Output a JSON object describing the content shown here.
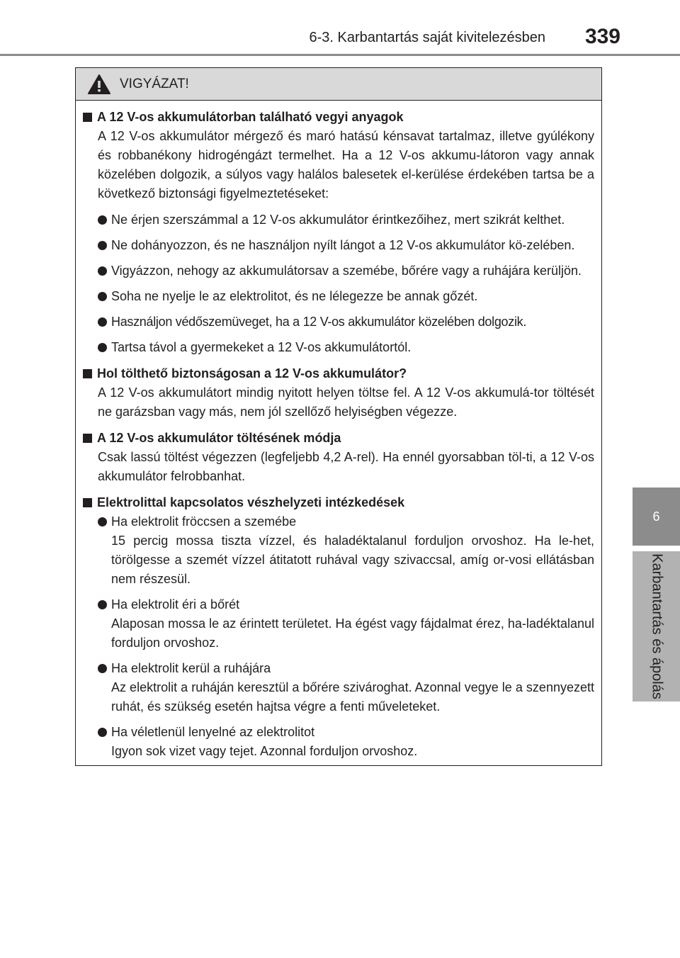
{
  "header": {
    "section": "6-3. Karbantartás saját kivitelezésben",
    "page_number": "339"
  },
  "side_tab": {
    "chapter_number": "6",
    "chapter_title": "Karbantartás és ápolás"
  },
  "caution": {
    "title": "VIGYÁZAT!",
    "sections": [
      {
        "heading": "A 12 V-os akkumulátorban található vegyi anyagok",
        "para": "A 12 V-os akkumulátor mérgező és maró hatású kénsavat tartalmaz, illetve gyúlékony és robbanékony hidrogéngázt termelhet. Ha a 12 V-os akkumu-látoron vagy annak közelében dolgozik, a súlyos vagy halálos balesetek el-kerülése érdekében tartsa be a következő biztonsági figyelmeztetéseket:",
        "bullets": [
          "Ne érjen szerszámmal a 12 V-os akkumulátor érintkezőihez, mert szikrát kelthet.",
          "Ne dohányozzon, és ne használjon nyílt lángot a 12 V-os akkumulátor kö-zelében.",
          "Vigyázzon, nehogy az akkumulátorsav a szemébe, bőrére vagy a ruhájára kerüljön.",
          "Soha ne nyelje le az elektrolitot, és ne lélegezze be annak gőzét.",
          "Használjon védőszemüveget, ha a 12 V-os akkumulátor közelében dolgozik.",
          "Tartsa távol a gyermekeket a 12 V-os akkumulátortól."
        ]
      },
      {
        "heading": "Hol tölthető biztonságosan a 12 V-os akkumulátor?",
        "para": "A 12 V-os akkumulátort mindig nyitott helyen töltse fel. A 12 V-os akkumulá-tor töltését ne garázsban vagy más, nem jól szellőző helyiségben végezze."
      },
      {
        "heading": "A 12 V-os akkumulátor töltésének módja",
        "para": "Csak lassú töltést végezzen (legfeljebb 4,2 A-rel). Ha ennél gyorsabban töl-ti, a 12 V-os akkumulátor felrobbanhat."
      },
      {
        "heading": "Elektrolittal kapcsolatos vészhelyzeti intézkedések",
        "items": [
          {
            "title": "Ha elektrolit fröccsen a szemébe",
            "text": "15 percig mossa tiszta vízzel, és haladéktalanul forduljon orvoshoz. Ha le-het, törölgesse a szemét vízzel átitatott ruhával vagy szivaccsal, amíg or-vosi ellátásban nem részesül."
          },
          {
            "title": "Ha elektrolit éri a bőrét",
            "text": "Alaposan mossa le az érintett területet. Ha égést vagy fájdalmat érez, ha-ladéktalanul forduljon orvoshoz."
          },
          {
            "title": "Ha elektrolit kerül a ruhájára",
            "text": "Az elektrolit a ruháján keresztül a bőrére szivároghat. Azonnal vegye le a szennyezett ruhát, és szükség esetén hajtsa végre a fenti műveleteket."
          },
          {
            "title": "Ha véletlenül lenyelné az elektrolitot",
            "text": "Igyon sok vizet vagy tejet. Azonnal forduljon orvoshoz."
          }
        ]
      }
    ]
  }
}
